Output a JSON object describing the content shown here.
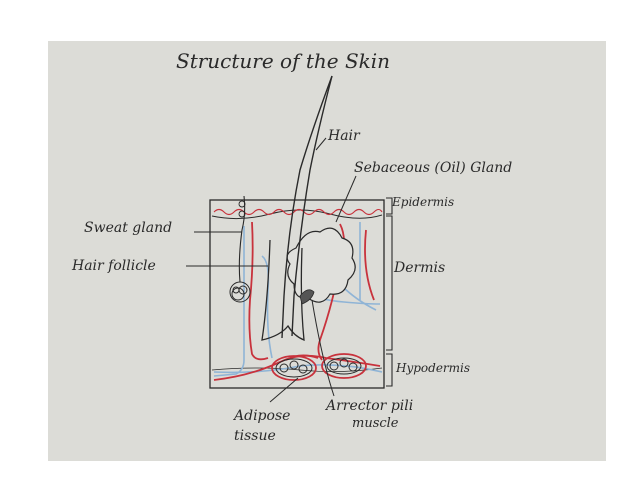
{
  "title": "Structure of the Skin",
  "labels": {
    "hair": "Hair",
    "sebaceous_gland": "Sebaceous (Oil) Gland",
    "epidermis": "Epidermis",
    "sweat_gland": "Sweat gland",
    "hair_follicle": "Hair follicle",
    "dermis": "Dermis",
    "hypodermis": "Hypodermis",
    "adipose_line1": "Adipose",
    "adipose_line2": "tissue",
    "arrector_line1": "Arrector pili",
    "arrector_line2": "muscle"
  },
  "colors": {
    "paper": "#dcdcd7",
    "ink": "#2a2a2a",
    "blood_vessel_red": "#c8323c",
    "blood_vessel_blue": "#8fb4d6"
  }
}
